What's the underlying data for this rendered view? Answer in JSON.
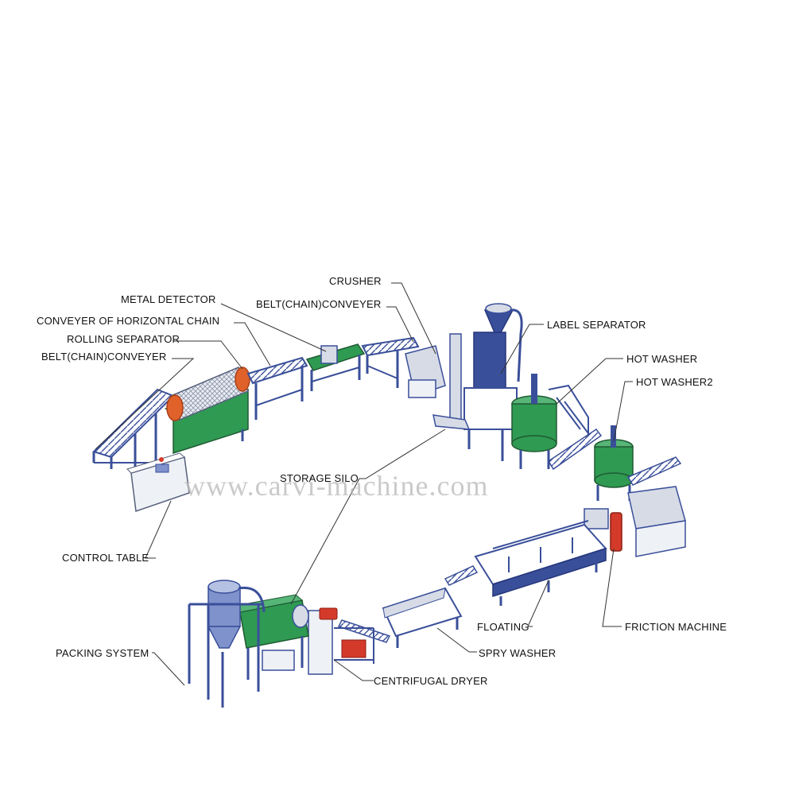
{
  "labels": {
    "crusher": "CRUSHER",
    "metal_detector": "METAL DETECTOR",
    "belt_conveyer_top": "BELT(CHAIN)CONVEYER",
    "conveyer_horizontal_chain": "CONVEYER OF HORIZONTAL CHAIN",
    "rolling_separator": "ROLLING SEPARATOR",
    "belt_conveyer_left": "BELT(CHAIN)CONVEYER",
    "label_separator": "LABEL SEPARATOR",
    "hot_washer": "HOT WASHER",
    "hot_washer2": "HOT WASHER2",
    "storage_silo": "STORAGE SILO",
    "control_table": "CONTROL TABLE",
    "floating": "FLOATING",
    "friction_machine": "FRICTION MACHINE",
    "packing_system": "PACKING SYSTEM",
    "spry_washer": "SPRY WASHER",
    "centrifugal_dryer": "CENTRIFUGAL DRYER"
  },
  "watermark": "www.carvi-machine.com",
  "colors": {
    "frame": "#3a4f9a",
    "frame_light": "#7f92cc",
    "tank_green": "#2f9a52",
    "accent_orange": "#e0622a",
    "accent_red": "#d43a2a",
    "machine_grey": "#d6dbe6",
    "leader": "#333333"
  }
}
